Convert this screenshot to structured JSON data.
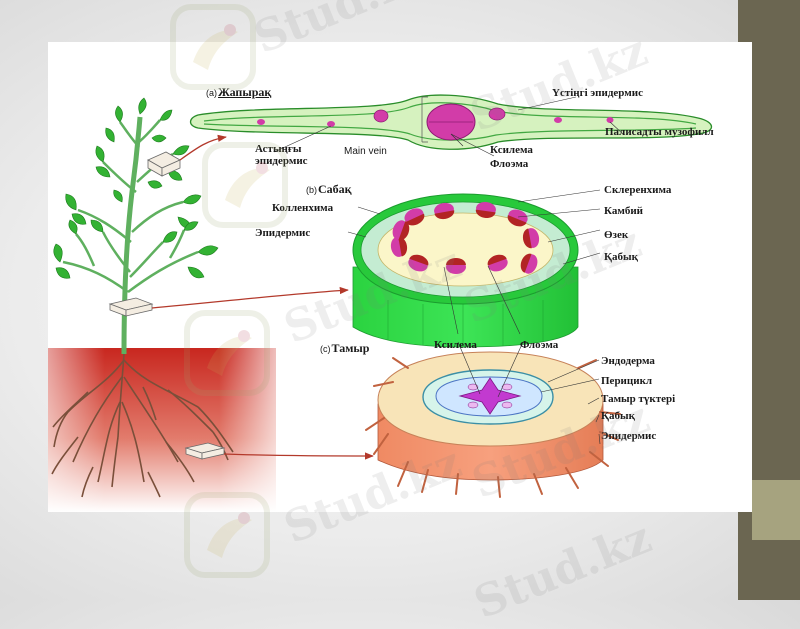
{
  "watermark": {
    "text": "Stud.kz"
  },
  "colors": {
    "side_band": "#6b6651",
    "side_accent": "#a6a37f",
    "leaf_green": "#2fa72f",
    "stem_green": "#38e14e",
    "bundle_purple": "#c1188f",
    "root_orange": "#f2906b",
    "soil_red": "#c8271f"
  },
  "diagram": {
    "leaf_section": {
      "tag_letter": "(a)",
      "title": "Жапырақ",
      "labels": {
        "upper_epidermis": "Үстіңгі эпидермис",
        "palisade": "Палисадты музофилл",
        "lower_epidermis_1": "Астыңғы",
        "lower_epidermis_2": "эпидермис",
        "main_vein": "Main vein",
        "xylem": "Ксилема",
        "phloem": "Флоэма"
      }
    },
    "stem_section": {
      "tag_letter": "(b)",
      "title": "Сабақ",
      "labels": {
        "sclerenchyma": "Склеренхима",
        "collenchyma": "Колленхима",
        "cambium": "Камбий",
        "epidermis": "Эпидермис",
        "pith": "Өзек",
        "cortex": "Қабық"
      }
    },
    "root_section": {
      "tag_letter": "(c)",
      "title": "Тамыр",
      "labels": {
        "xylem": "Ксилема",
        "phloem": "Флоэма",
        "endodermis": "Эндодерма",
        "pericycle": "Перицикл",
        "root_hairs": "Тамыр түктері",
        "cortex": "Қабық",
        "epidermis": "Эпидермис"
      }
    }
  }
}
